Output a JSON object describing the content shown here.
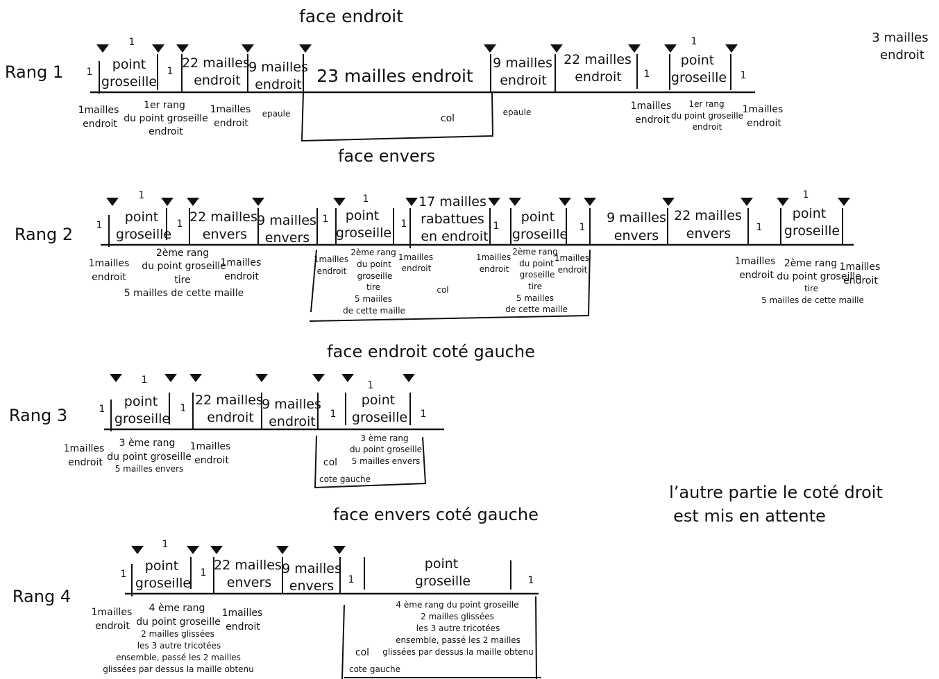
{
  "colors": {
    "ink": "#111111",
    "background": "#ffffff"
  },
  "texts": {
    "face_endroit": "face endroit",
    "face_envers": "face envers",
    "face_endroit_gauche": "face endroit coté gauche",
    "face_envers_gauche": "face envers coté gauche",
    "autre_partie_1": "l’autre partie le coté droit",
    "autre_partie_2": "est mis en attente",
    "trois_mailles_1": "3 mailles",
    "trois_mailles_2": "endroit",
    "rang1": "Rang 1",
    "rang2": "Rang 2",
    "rang3": "Rang 3",
    "rang4": "Rang 4",
    "one": "1",
    "point": "point",
    "groseille": "groseille",
    "m22": "22 mailles",
    "m9": "9 mailles",
    "endroit": "endroit",
    "envers": "envers",
    "m23": "23 mailles endroit",
    "m17": "17 mailles",
    "rabattues": "rabattues",
    "en_endroit": "en endroit",
    "mailles1": "1mailles",
    "premier_rang": "1er rang",
    "du_pg": "du point groseille",
    "du_point": "du point",
    "epaule": "epaule",
    "col": "col",
    "deux_rang": "2ème rang",
    "tire": "tire",
    "cinq_mailles_cette": "5 mailles de cette maille",
    "cinq_maiiles": "5 maiiles",
    "cinq_mailles": "5 mailles",
    "de_cette_maille": "de cette maille",
    "trois_rang": "3 ème rang",
    "cinq_env": "5 mailles envers",
    "cote_gauche": "cote gauche",
    "quatre_rang": "4 ème rang",
    "quatre_rang_pg": "4 ème rang du point groseille",
    "deux_glissees": "2 mailles glissées",
    "trois_autre": "les 3 autre tricotées",
    "ensemble": "ensemble, passé les 2 mailles",
    "glissees_par": "glissées par dessus la maille obtenu"
  }
}
